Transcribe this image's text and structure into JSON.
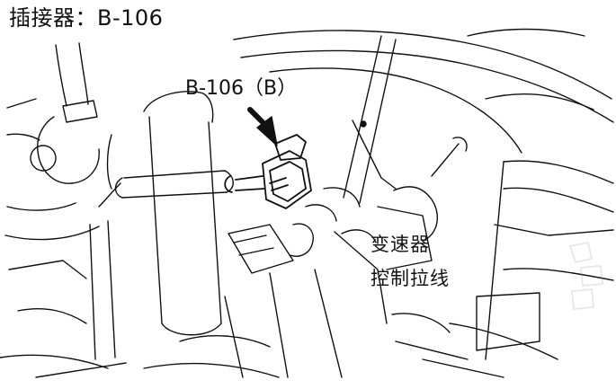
{
  "diagram": {
    "title": "插接器：B-106",
    "connector_label": "B-106（B）",
    "cable_label_line1": "变速器",
    "cable_label_line2": "控制拉线",
    "line_color": "#111111",
    "background_color": "#ffffff"
  }
}
